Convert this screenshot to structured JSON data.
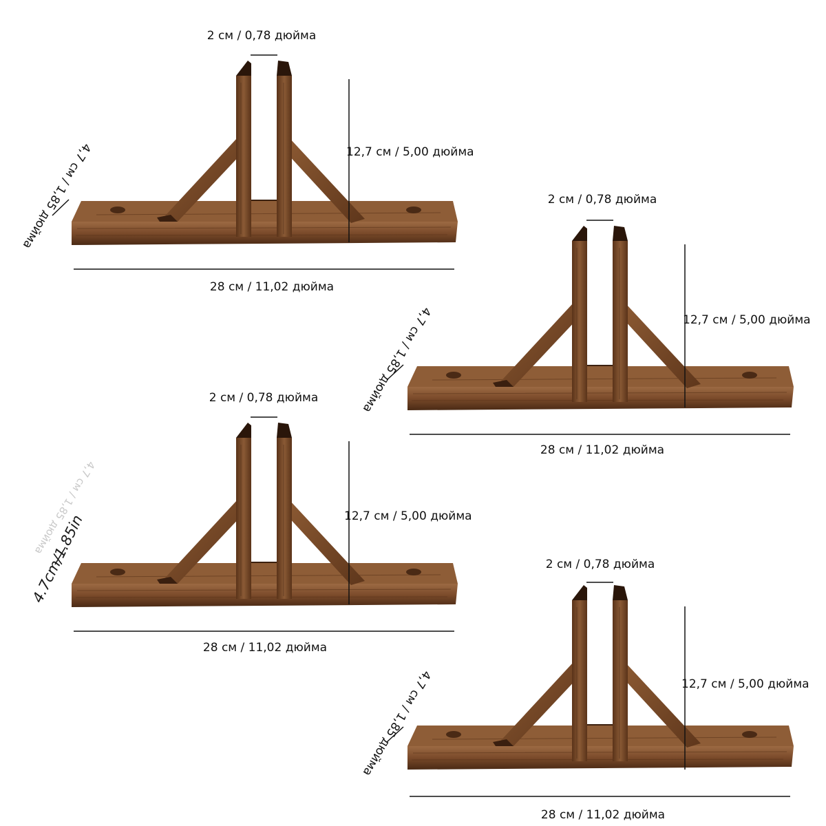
{
  "image": {
    "description_text": "",
    "brackets": [
      {
        "gap_label": "2 см / 0,78 дюйма",
        "height_label": "12,7 см / 5,00 дюйма",
        "length_label": "28 см / 11,02 дюйма",
        "thickness_label": "4,7 см / 1,85 дюйма"
      },
      {
        "gap_label": "2 см / 0,78 дюйма",
        "height_label": "12,7 см / 5,00 дюйма",
        "length_label": "28 см / 11,02 дюйма",
        "thickness_label": "4,7 см / 1,85 дюйма"
      },
      {
        "gap_label": "2 см / 0,78 дюйма",
        "height_label": "12,7 см / 5,00 дюйма",
        "length_label": "28 см / 11,02 дюйма",
        "thickness_label": "4,7 см / 1,85 дюйма",
        "thickness_label_alt": "4.7cm/1.85in"
      },
      {
        "gap_label": "2 см / 0,78 дюйма",
        "height_label": "12,7 см / 5,00 дюйма",
        "length_label": "28 см / 11,02 дюйма",
        "thickness_label": "4,7 см / 1,85 дюйма"
      }
    ],
    "colors": {
      "wood_dark": "#4a2a15",
      "wood_mid": "#7a4a2a",
      "wood_light": "#9c6a43",
      "wood_end": "#2a160a",
      "line": "#111111"
    }
  }
}
